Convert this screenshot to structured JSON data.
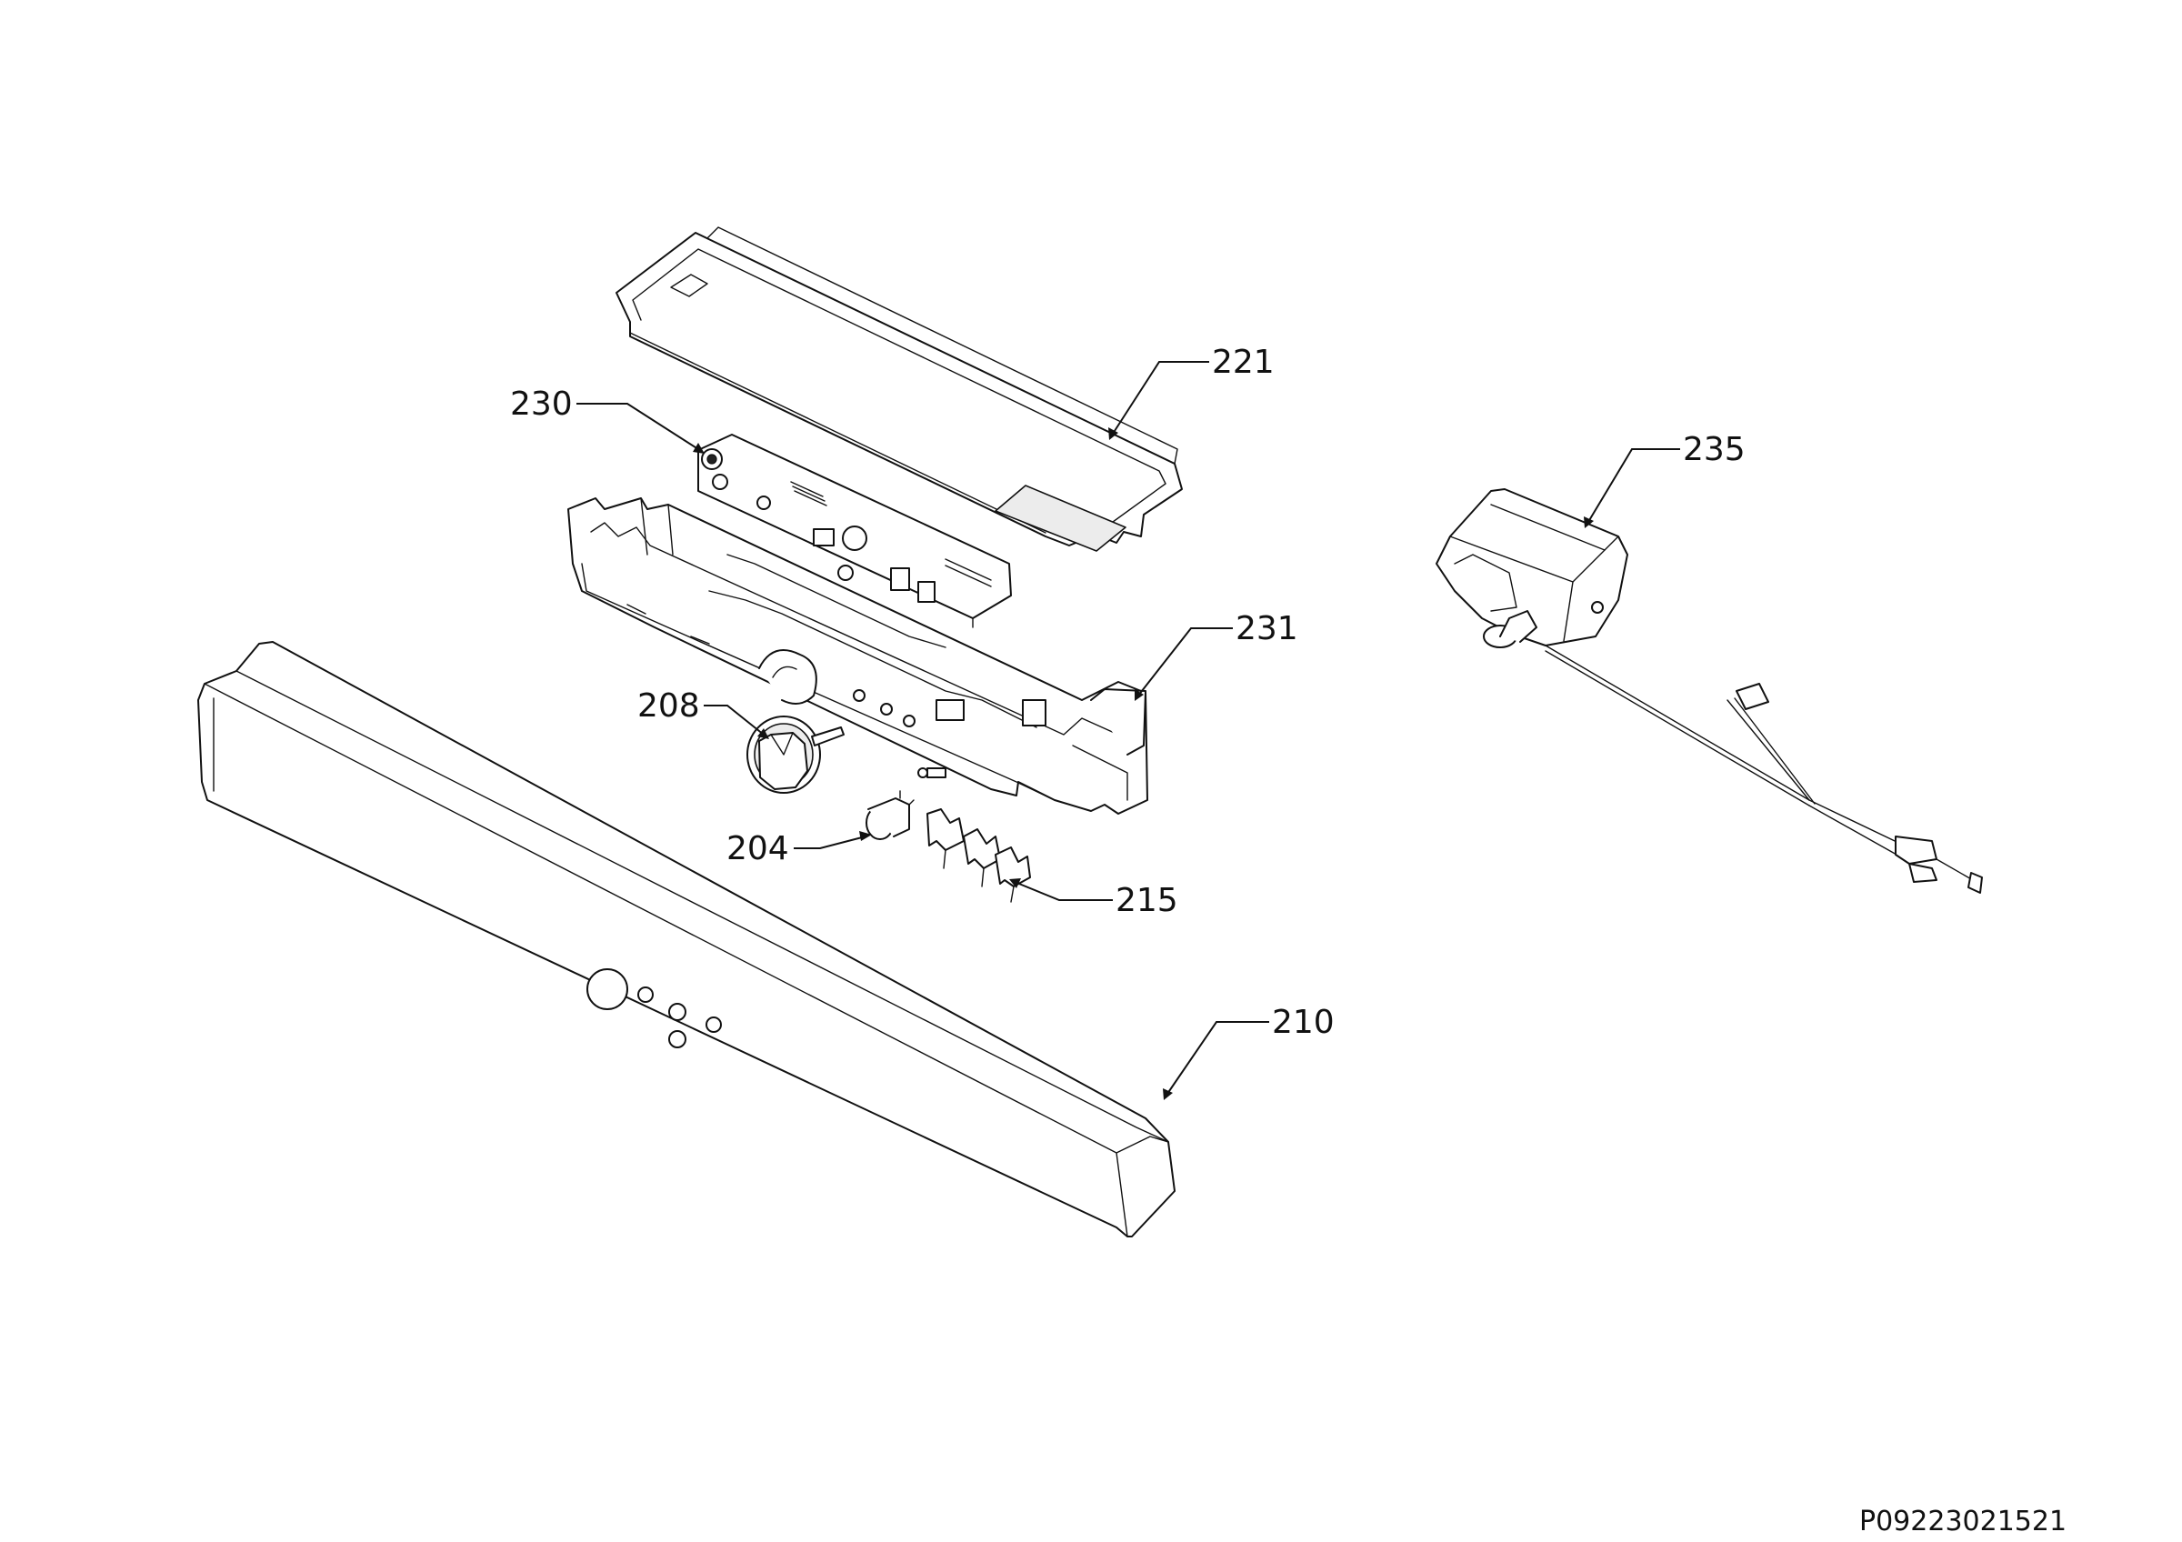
{
  "diagram": {
    "callouts": {
      "c221": "221",
      "c230": "230",
      "c231": "231",
      "c208": "208",
      "c204": "204",
      "c215": "215",
      "c210": "210",
      "c235": "235"
    },
    "document_code": "P09223021521"
  }
}
